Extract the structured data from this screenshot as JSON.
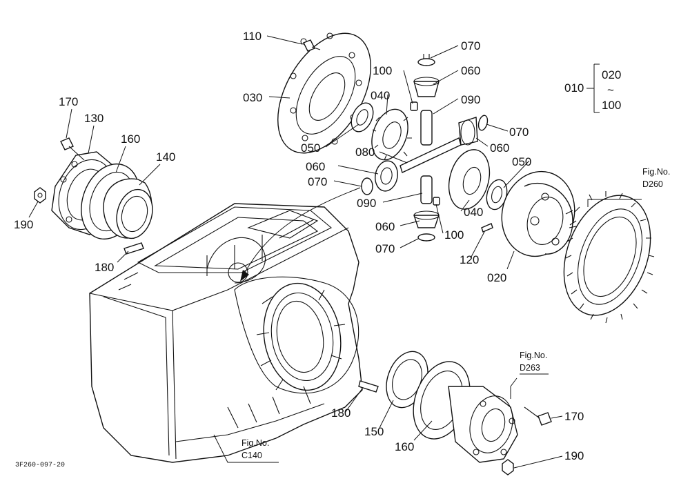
{
  "part_labels": {
    "p110": "110",
    "p100_top": "100",
    "p070_top": "070",
    "p060_top": "060",
    "p030": "030",
    "p040_top": "040",
    "p090_top": "090",
    "p070_right": "070",
    "p060_right": "060",
    "p050_left": "050",
    "p080": "080",
    "p060_mid": "060",
    "p070_mid": "070",
    "p090_mid": "090",
    "p040_mid": "040",
    "p050_right": "050",
    "p060_low": "060",
    "p100_low": "100",
    "p070_low": "070",
    "p120": "120",
    "p020": "020",
    "p170_left": "170",
    "p130": "130",
    "p160_left": "160",
    "p140": "140",
    "p190_left": "190",
    "p180_left": "180",
    "p180_bottom": "180",
    "p150": "150",
    "p160_bottom": "160",
    "p170_right": "170",
    "p190_right": "190"
  },
  "range_bracket": {
    "start": "010",
    "from": "020",
    "tilde": "~",
    "to": "100"
  },
  "figure_refs": {
    "d260": {
      "line1": "Fig.No.",
      "line2": "D260"
    },
    "d263": {
      "line1": "Fig.No.",
      "line2": "D263"
    },
    "c140": {
      "line1": "Fig.No.",
      "line2": "C140"
    }
  },
  "drawing_code": "3F260-097-20"
}
